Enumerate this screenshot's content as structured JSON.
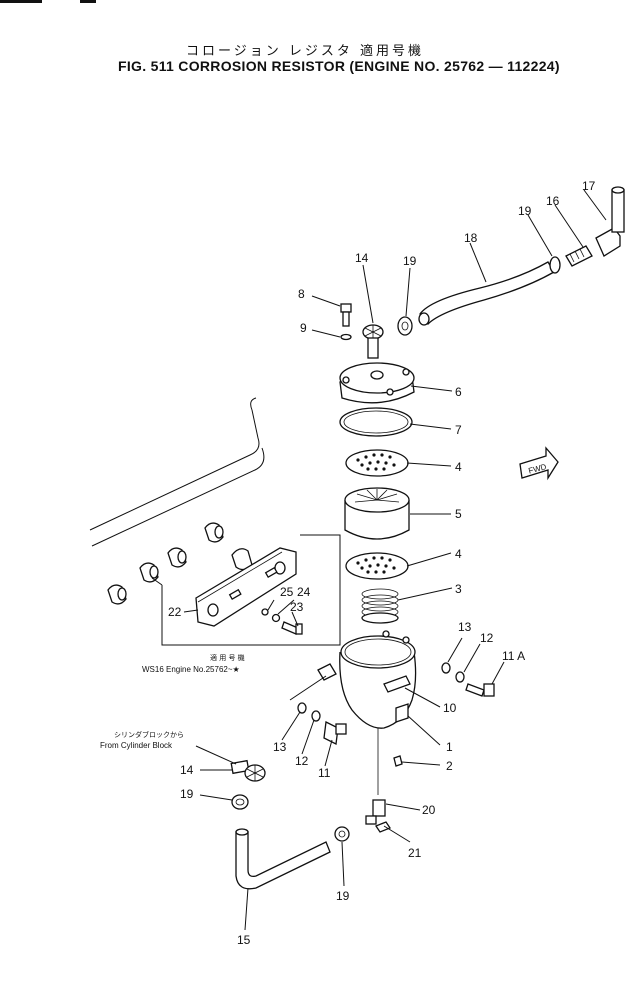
{
  "header": {
    "title_jp": "コロージョン レジスタ   適用号機",
    "title_en": "FIG. 511  CORROSION  RESISTOR (ENGINE  NO.  25762 — 112224)"
  },
  "callouts": {
    "p1": "1",
    "p2": "2",
    "p3": "3",
    "p4a": "4",
    "p4b": "4",
    "p5": "5",
    "p6": "6",
    "p7": "7",
    "p8": "8",
    "p9": "9",
    "p10": "10",
    "p11": "11",
    "p11a": "11 A",
    "p12a": "12",
    "p12b": "12",
    "p13a": "13",
    "p13b": "13",
    "p14a": "14",
    "p14b": "14",
    "p15": "15",
    "p16": "16",
    "p17": "17",
    "p18": "18",
    "p19a": "19",
    "p19b": "19",
    "p19c": "19",
    "p19d": "19",
    "p20": "20",
    "p21": "21",
    "p22": "22",
    "p23": "23",
    "p24": "24",
    "p25": "25"
  },
  "notes": {
    "inset_jp": "適 用 号 機",
    "inset_en": "WS16  Engine  No.25762~★",
    "cyl_jp": "シリンダブロックから",
    "cyl_en": "From  Cylinder  Block",
    "fwd": "FWD"
  }
}
